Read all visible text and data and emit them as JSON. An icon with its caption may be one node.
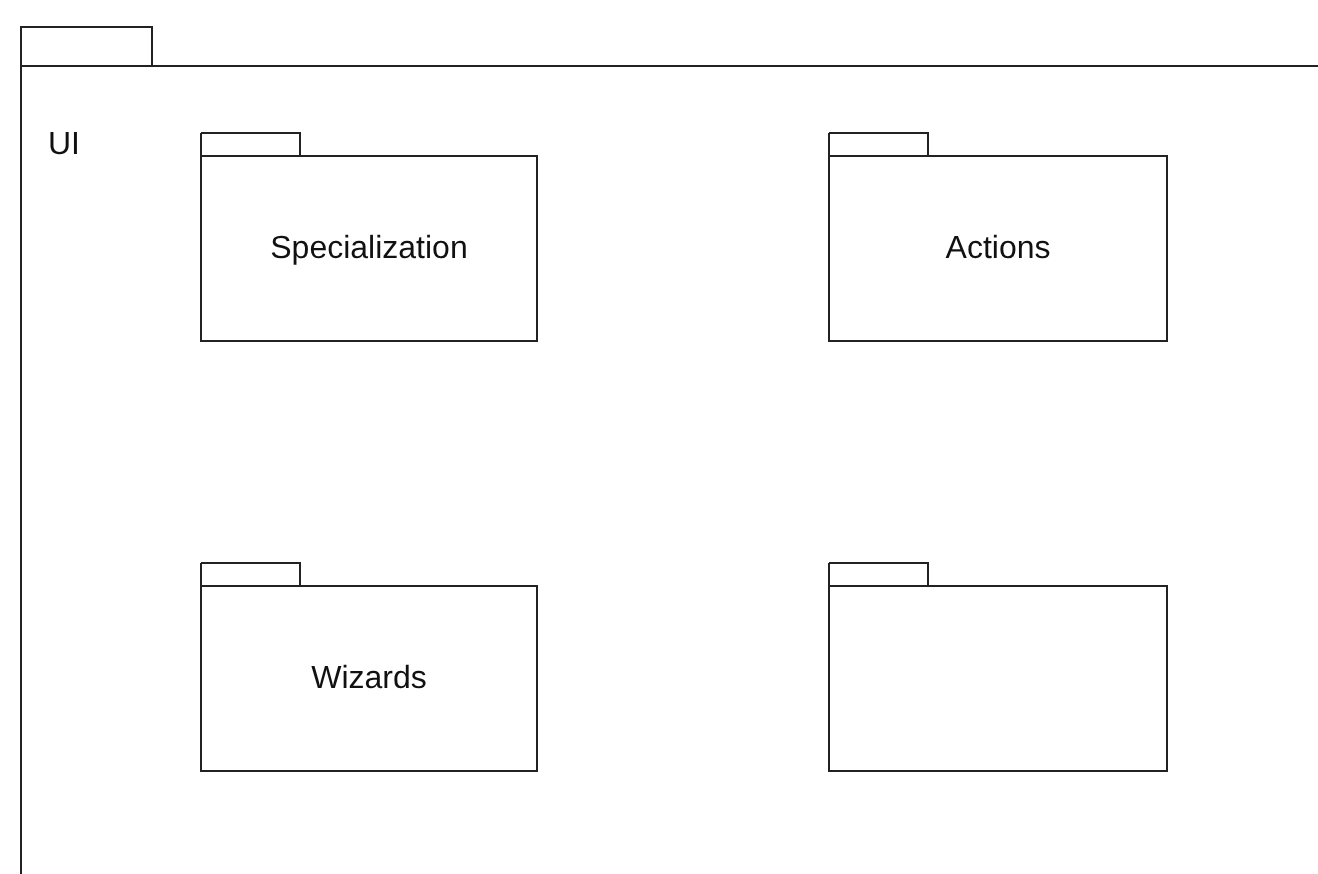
{
  "diagram": {
    "nodes": [
      {
        "text": [
          "UI"
        ]
      },
      {
        "text": [
          "Specialization"
        ],
        "in": 0
      },
      {
        "text": [
          "Actions"
        ],
        "in": 0
      },
      {
        "text": [
          "Wizards"
        ],
        "in": 0
      },
      {
        "text": [],
        "shape": "folder",
        "in": 0
      }
    ]
  }
}
